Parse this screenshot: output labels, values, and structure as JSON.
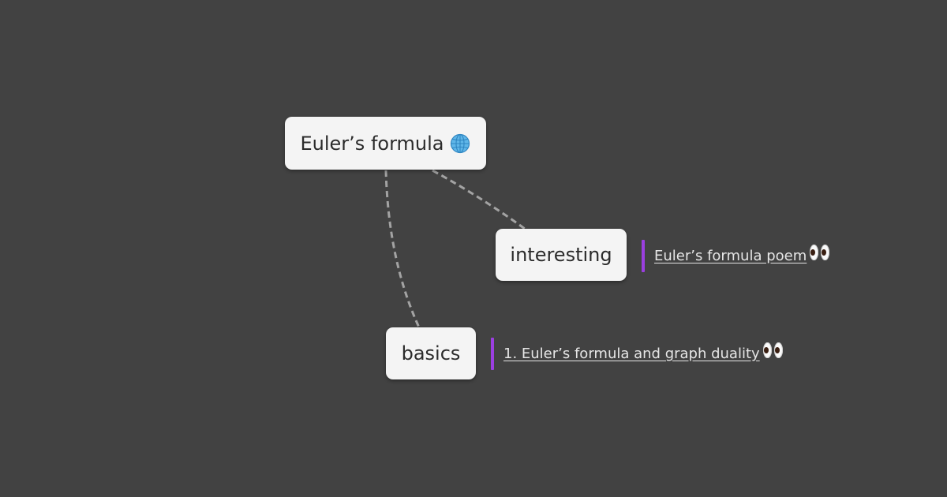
{
  "mindmap": {
    "root": {
      "label": "Euler’s formula",
      "icon": "globe-icon"
    },
    "branches": [
      {
        "label": "interesting",
        "link": {
          "text": "Euler’s formula poem",
          "icon": "eyes-icon"
        }
      },
      {
        "label": "basics",
        "link": {
          "text": "1. Euler’s formula and graph duality",
          "icon": "eyes-icon"
        }
      }
    ],
    "colors": {
      "background": "#424242",
      "node_fill": "#f4f4f4",
      "edge": "#a3a3a3",
      "link_accent": "#9b3fe0"
    }
  }
}
